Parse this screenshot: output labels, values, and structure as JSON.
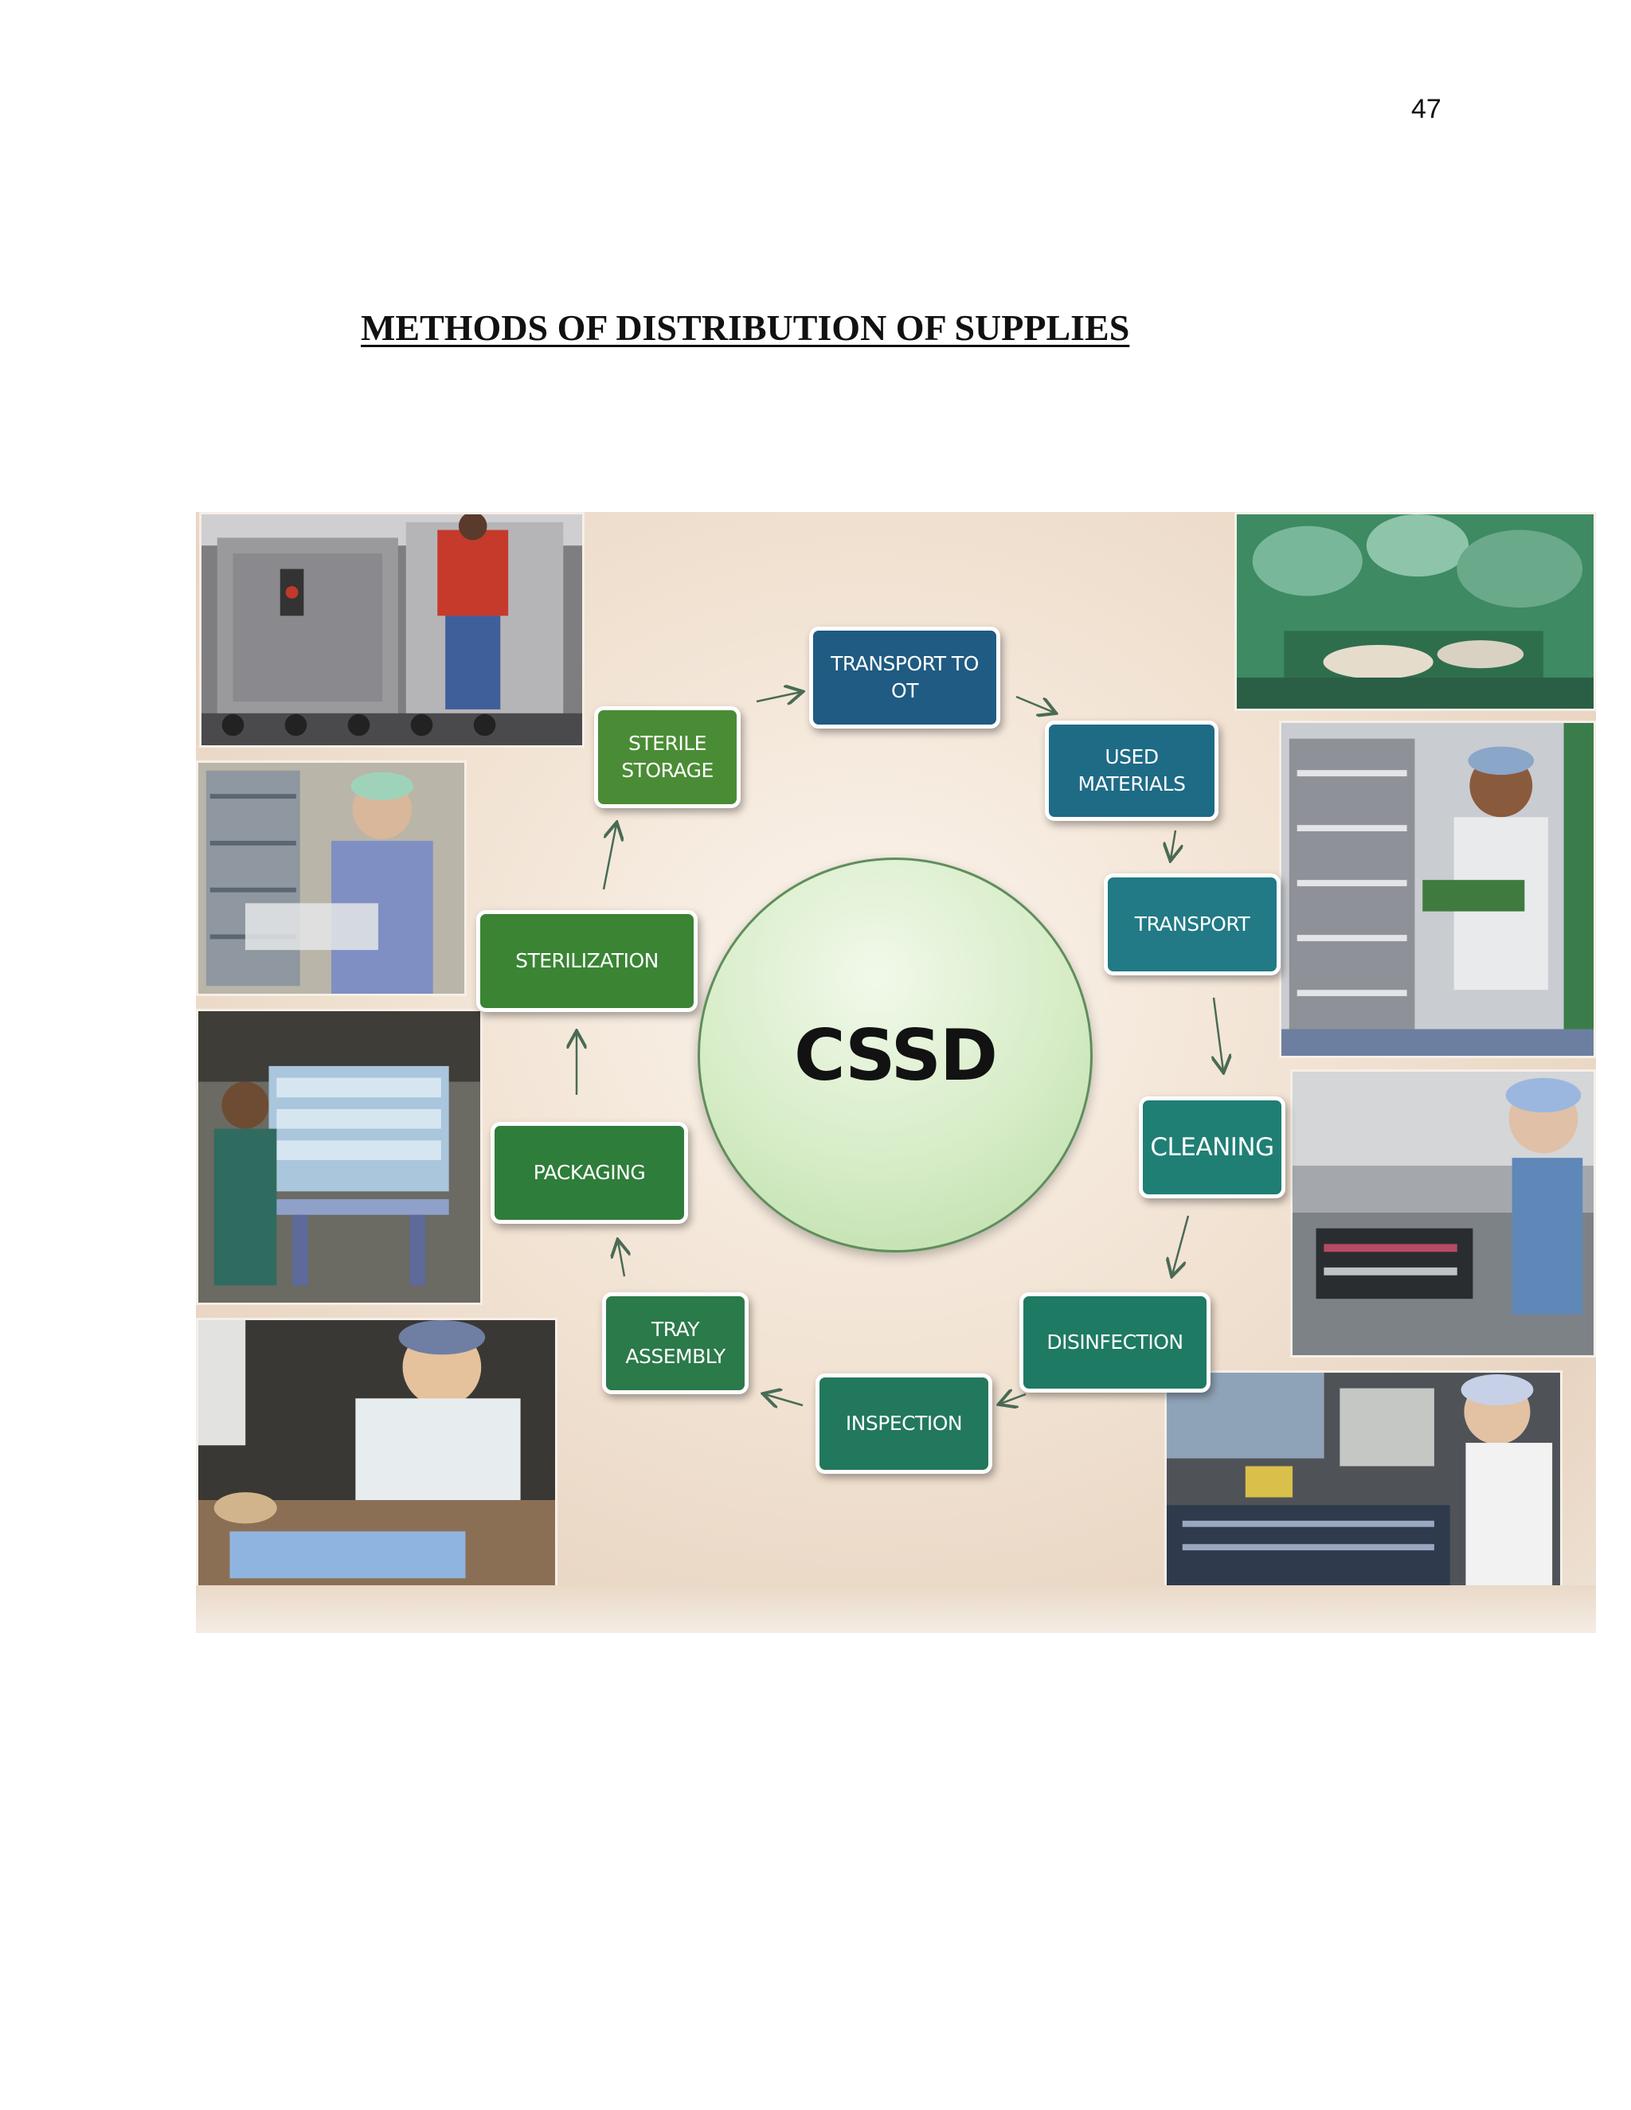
{
  "page": {
    "number": "47"
  },
  "title": "METHODS OF DISTRIBUTION OF SUPPLIES",
  "diagram": {
    "center_label": "CSSD",
    "steps": [
      {
        "id": "transport-to-ot",
        "label": "TRANSPORT TO\nOT",
        "color": "#1f5b82"
      },
      {
        "id": "used-materials",
        "label": "USED\nMATERIALS",
        "color": "#1e6b86"
      },
      {
        "id": "transport",
        "label": "TRANSPORT",
        "color": "#217a85"
      },
      {
        "id": "cleaning",
        "label": "CLEANING",
        "color": "#1f7f75"
      },
      {
        "id": "disinfection",
        "label": "DISINFECTION",
        "color": "#1e7a63"
      },
      {
        "id": "inspection",
        "label": "INSPECTION",
        "color": "#22785c"
      },
      {
        "id": "tray-assembly",
        "label": "TRAY\nASSEMBLY",
        "color": "#2b7a4a"
      },
      {
        "id": "packaging",
        "label": "PACKAGING",
        "color": "#2f7d3a"
      },
      {
        "id": "sterilization",
        "label": "STERILIZATION",
        "color": "#3a8434"
      },
      {
        "id": "sterile-storage",
        "label": "STERILE\nSTORAGE",
        "color": "#4a8c35"
      }
    ],
    "photos": [
      "supply-cart-photo",
      "operating-room-photo",
      "storage-shelves-photo",
      "transport-trolley-photo",
      "sterilizer-loading-photo",
      "cleaning-sink-photo",
      "tray-assembly-photo",
      "inspection-bench-photo"
    ]
  }
}
